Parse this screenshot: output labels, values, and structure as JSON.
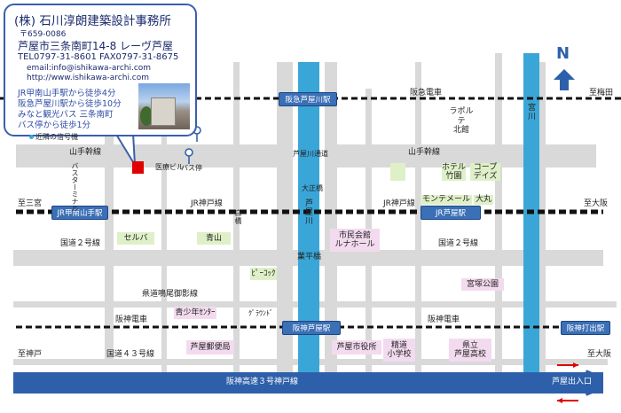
{
  "callout": {
    "company": "(株) 石川淳朗建築設計事務所",
    "postal": "〒659-0086",
    "address": "芦屋市三条南町14-8 レーヴ芦屋",
    "phone": "TEL0797-31-8601 FAX0797-31-8675",
    "email": "email:info@ishikawa-archi.com",
    "url": "http://www.ishikawa-archi.com",
    "access": [
      "JR甲南山手駅から徒歩4分",
      "阪急芦屋川駅から徒歩10分",
      "みなと観光バス 三条南町",
      "バス停から徒歩1分"
    ]
  },
  "legend": "近隣の信号機",
  "compass": "N",
  "stations": {
    "hankyu_ashiyagawa": "阪急芦屋川駅",
    "jr_konan_yamate": "JR甲南山手駅",
    "jr_ashiya": "JR芦屋駅",
    "hanshin_ashiya": "阪神芦屋駅",
    "hanshin_uchide": "阪神打出駅",
    "expressway": "阪神高速３号神戸線"
  },
  "roads": {
    "hankyu": "阪急電車",
    "to_umeda": "至梅田",
    "yamate_w": "山手幹線",
    "yamate_e": "山手幹線",
    "ashiyagawa_ave": "芦屋川通道",
    "to_sannomiya": "至三宮",
    "jr_kobe_w": "JR神戸線",
    "jr_kobe_e": "JR神戸線",
    "to_osaka_1": "至大阪",
    "route2_w": "国道２号線",
    "route2_e": "国道２号線",
    "narihira": "業平橋",
    "kendo": "県道鳴尾御影線",
    "hanshin_w": "阪神電車",
    "hanshin_e": "阪神電車",
    "to_kobe": "至神戸",
    "route43": "国道４３号線",
    "to_osaka_2": "至大阪",
    "exit": "芦屋出入口",
    "ground": "ｸﾞﾗｳﾝﾄﾞ",
    "shiraki": "白橋",
    "taisho": "大正橋"
  },
  "rivers": {
    "ashiya": "芦屋川",
    "miya": "宮川"
  },
  "landmarks": {
    "bus_terminal": "バスターミナル",
    "medical": "医療ビル",
    "bus_stop": "バス停",
    "laporte": "ラポルテ\n北館",
    "hotel": "ホテル\n竹園",
    "coop": "コープ\nデイズ",
    "montemer": "モンテメール",
    "daimaru": "大丸",
    "seruba": "セルバ",
    "aoyama": "青山",
    "civic_hall": "市民会館\nルナホール",
    "peacock": "ﾋﾟｰｺｯｸ",
    "miyazuka": "宮塚公園",
    "youth": "青少年ｾﾝﾀｰ",
    "post": "芦屋郵便局",
    "city_hall": "芦屋市役所",
    "seido": "精道\n小学校",
    "kenritsu": "県立\n芦屋高校"
  },
  "colors": {
    "road": "#d9d9d9",
    "river": "#3aa6d8",
    "station": "#3b6fb6",
    "accent": "#e00000",
    "expressway": "#2e5faa"
  }
}
